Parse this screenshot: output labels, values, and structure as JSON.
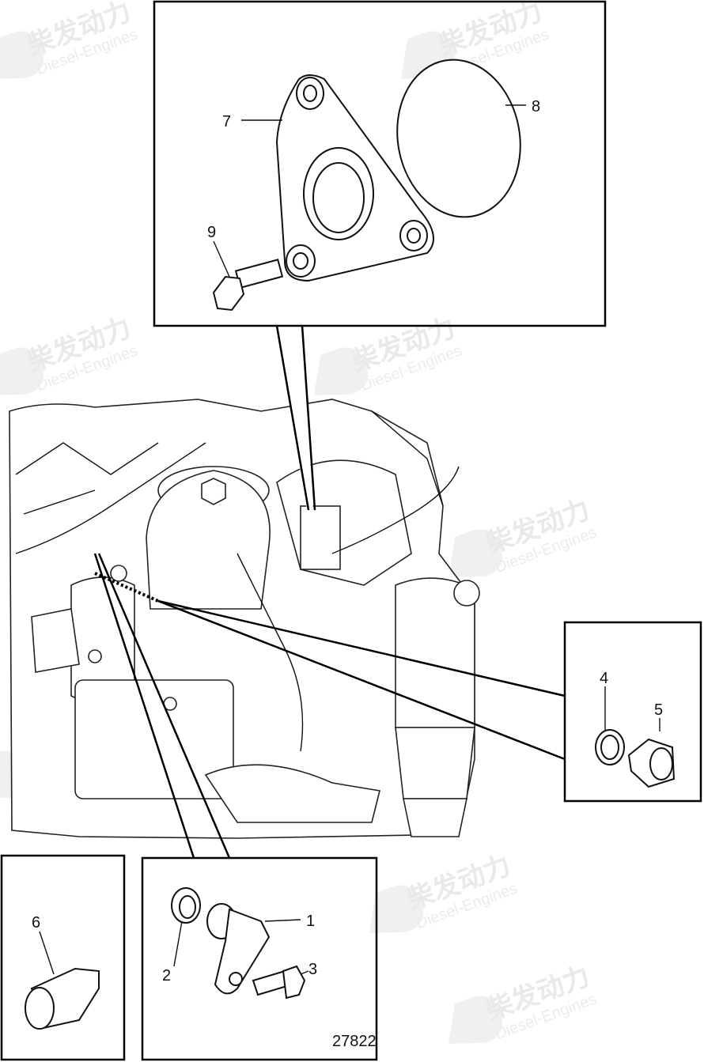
{
  "diagram": {
    "document_number": "27822",
    "callouts": [
      "1",
      "2",
      "3",
      "4",
      "5",
      "6",
      "7",
      "8",
      "9"
    ],
    "watermark": {
      "chinese": "柴发动力",
      "english": "Diesel-Engines"
    }
  }
}
